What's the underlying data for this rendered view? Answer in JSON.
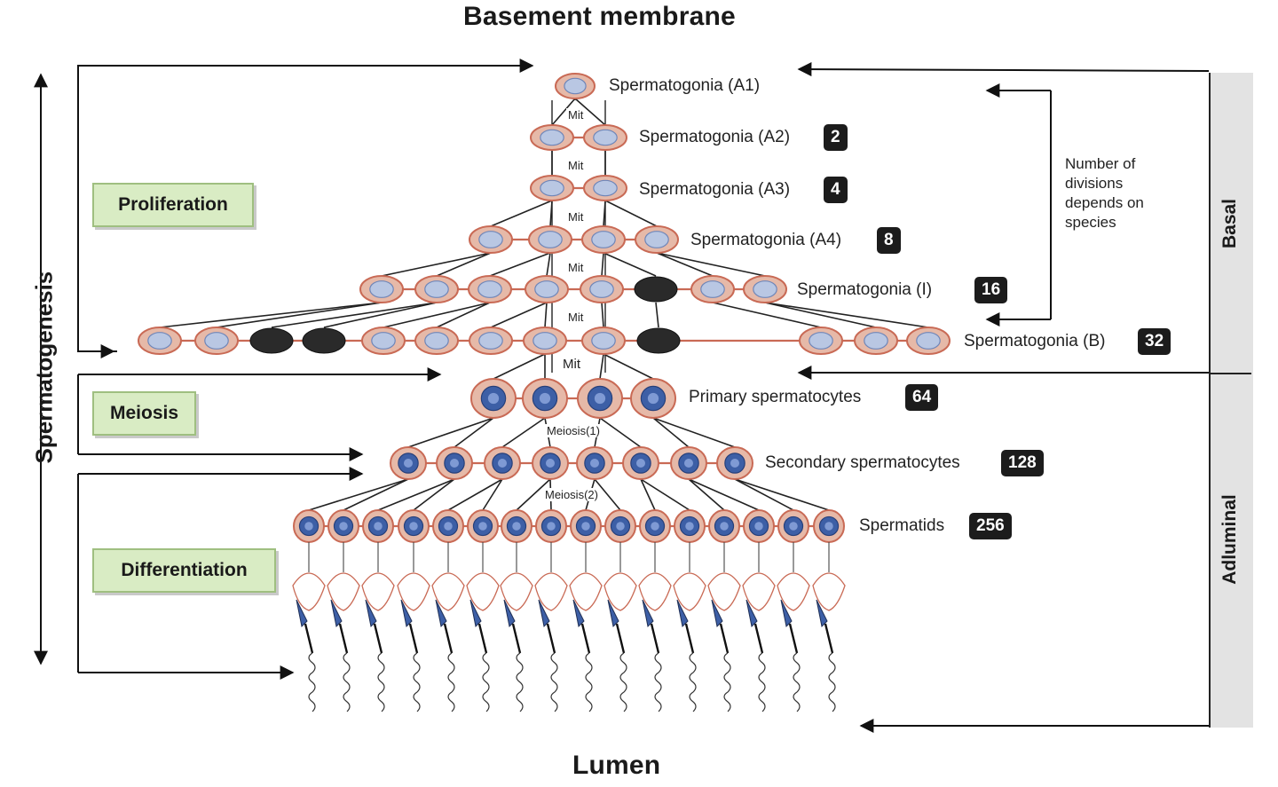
{
  "titles": {
    "top": "Basement membrane",
    "bottom": "Lumen"
  },
  "side_label": "Spermatogenesis",
  "phases": {
    "proliferation": "Proliferation",
    "meiosis": "Meiosis",
    "differentiation": "Differentiation"
  },
  "zones": {
    "basal": "Basal",
    "adluminal": "Adluminal"
  },
  "note": [
    "Number of",
    "divisions",
    "depends on",
    "species"
  ],
  "stages": [
    {
      "label": "Spermatogonia (A1)",
      "count": ""
    },
    {
      "label": "Spermatogonia (A2)",
      "count": "2"
    },
    {
      "label": "Spermatogonia (A3)",
      "count": "4"
    },
    {
      "label": "Spermatogonia (A4)",
      "count": "8"
    },
    {
      "label": "Spermatogonia (I)",
      "count": "16"
    },
    {
      "label": "Spermatogonia (B)",
      "count": "32"
    },
    {
      "label": "Primary spermatocytes",
      "count": "64"
    },
    {
      "label": "Secondary spermatocytes",
      "count": "128"
    },
    {
      "label": "Spermatids",
      "count": "256"
    }
  ],
  "division_labels": {
    "mit": "Mit",
    "meiosis1": "Meiosis(1)",
    "meiosis2": "Meiosis(2)"
  },
  "colors": {
    "cell_fill": "#e6b9a8",
    "cell_border": "#c96a55",
    "nucleus_light": "#b9c7e3",
    "nucleus_dark": "#3d5fa6",
    "dead_cell": "#2a2a2a",
    "phase_box": "#d9ecc4",
    "badge": "#1c1c1c"
  }
}
